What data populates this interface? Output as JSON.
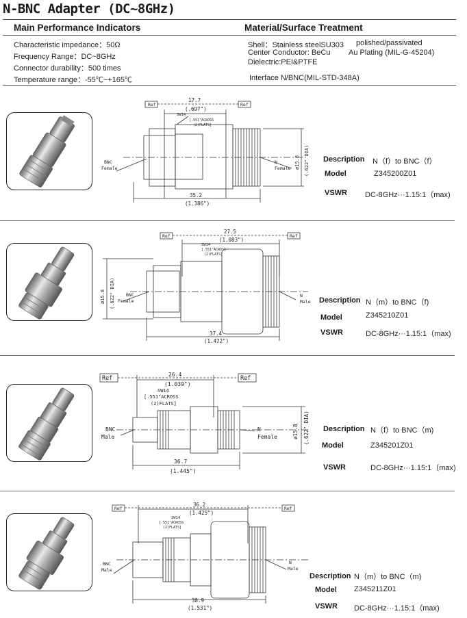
{
  "title": "N-BNC Adapter (DC~8GHz)",
  "left_column": {
    "heading": "Main Performance Indicators",
    "specs": [
      "Characteristic impedance：50Ω",
      "Frequency Range：DC~8GHz",
      "Connector durability：500 times",
      "Temperature range：-55℃~+165℃"
    ]
  },
  "right_column": {
    "heading": "Material/Surface Treatment",
    "specs": [
      "Shell：Stainless steelSU303",
      "polished/passivated",
      "Center Conductor: BeCu",
      "Au Plating (MIL-G-45204)",
      "Dielectric:PEI&PTFE",
      "Interface N/BNC(MIL-STD-348A)"
    ]
  },
  "labels": {
    "description": "Description",
    "model": "Model",
    "vswr": "VSWR"
  },
  "drawing_text": {
    "ref": "Ref",
    "sw": "SW14",
    "across": "[.551\"ACROSS",
    "flats": "(2)FLATS]",
    "dia_mm": "ø15.8",
    "dia_in": "(.622\" DIA)",
    "bnc": "BNC",
    "n": "N",
    "female": "Female",
    "male": "Male"
  },
  "products": [
    {
      "description": "N（f）to BNC（f）",
      "model": "Z345200Z01",
      "vswr": "DC-8GHz···1.15:1（max)",
      "dim_top_mm": "17.7",
      "dim_top_in": "(.697\")",
      "dim_bot_mm": "35.2",
      "dim_bot_in": "(1.386\")",
      "left_gender": "Female",
      "right_gender": "Female"
    },
    {
      "description": "N（m）to BNC（f)",
      "model": "Z345210Z01",
      "vswr": "DC-8GHz···1.15:1（max)",
      "dim_top_mm": "27.5",
      "dim_top_in": "(1.083\")",
      "dim_bot_mm": "37.4",
      "dim_bot_in": "(1.472\")",
      "left_gender": "Female",
      "right_gender": "Male"
    },
    {
      "description": "N（f）to BNC（m)",
      "model": "Z345201Z01",
      "vswr": "DC-8GHz···1.15:1（max)",
      "dim_top_mm": "26.4",
      "dim_top_in": "(1.039\")",
      "dim_bot_mm": "36.7",
      "dim_bot_in": "(1.445\")",
      "left_gender": "Male",
      "right_gender": "Female"
    },
    {
      "description": "N（m）to BNC（m)",
      "model": "Z345211Z01",
      "vswr": "DC-8GHz···1.15:1（max)",
      "dim_top_mm": "36.2",
      "dim_top_in": "(1.425\")",
      "dim_bot_mm": "38.9",
      "dim_bot_in": "(1.531\")",
      "left_gender": "Male",
      "right_gender": "Male"
    }
  ]
}
